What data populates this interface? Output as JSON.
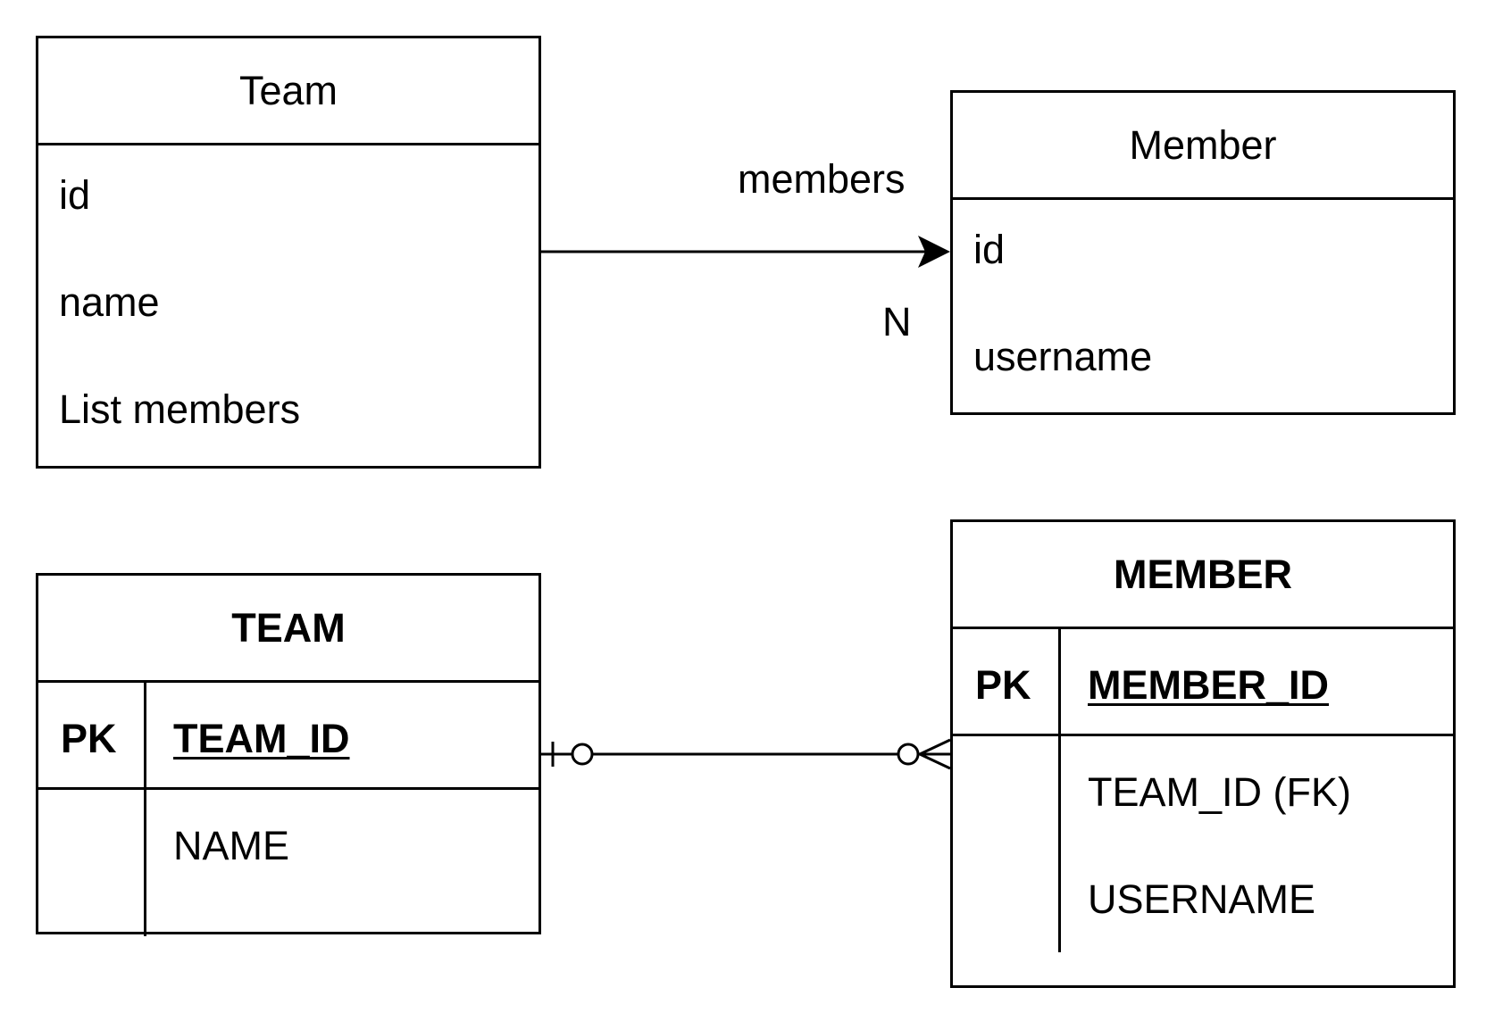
{
  "class_team": {
    "title": "Team",
    "attributes": [
      "id",
      "name",
      "List members"
    ]
  },
  "class_member": {
    "title": "Member",
    "attributes": [
      "id",
      "username"
    ]
  },
  "association": {
    "role_label": "members",
    "multiplicity": "N"
  },
  "table_team": {
    "title": "TEAM",
    "pk_label": "PK",
    "pk_column": "TEAM_ID",
    "columns": [
      "NAME"
    ]
  },
  "table_member": {
    "title": "MEMBER",
    "pk_label": "PK",
    "pk_column": "MEMBER_ID",
    "columns": [
      "TEAM_ID (FK)",
      "USERNAME"
    ]
  }
}
